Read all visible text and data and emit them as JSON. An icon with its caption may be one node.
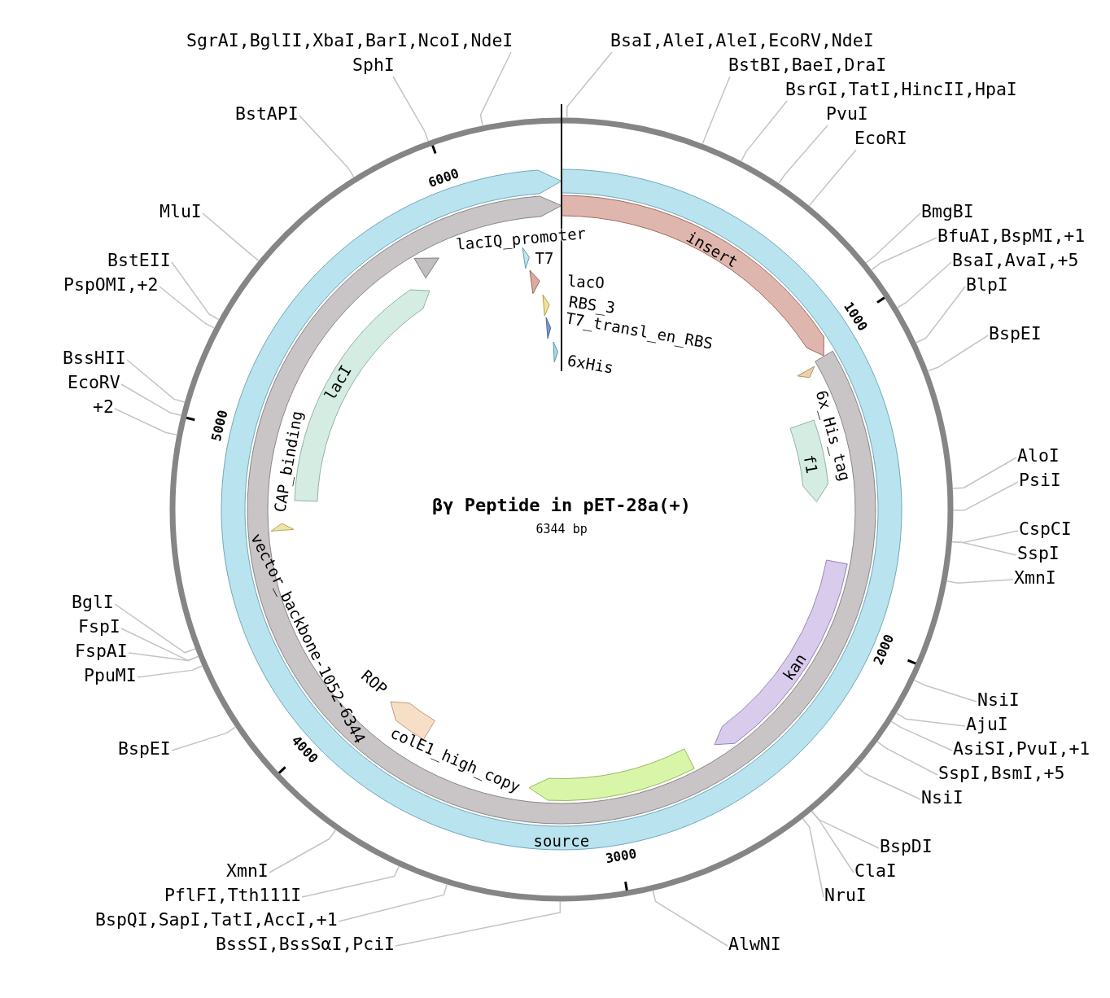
{
  "diagram": {
    "title": "βγ Peptide in pET-28a(+)",
    "nodes": [
      {
        "text": [
          "source"
        ]
      },
      {
        "text": [
          "insert"
        ]
      },
      {
        "text": [
          "vector_backbone-1052-6344"
        ]
      },
      {
        "text": [
          "T7"
        ]
      },
      {
        "text": [
          "lacO"
        ]
      },
      {
        "text": [
          "RBS_3"
        ]
      },
      {
        "text": [
          "T7_transl_en_RBS"
        ]
      },
      {
        "text": [
          "6xHis"
        ]
      },
      {
        "text": [
          "6x_His_tag"
        ]
      },
      {
        "text": [
          "f1"
        ]
      },
      {
        "text": [
          "kan"
        ]
      },
      {
        "text": [
          "colE1_high_copy"
        ]
      },
      {
        "text": [
          "ROP"
        ]
      },
      {
        "text": [
          "CAP_binding"
        ]
      },
      {
        "text": [
          "lacI"
        ]
      },
      {
        "text": [
          "lacIQ_promoter"
        ]
      },
      {
        "text": [
          "BsaI,AleI,AleI,EcoRV,NdeI"
        ]
      },
      {
        "text": [
          "BstBI,BaeI,DraI"
        ]
      },
      {
        "text": [
          "BsrGI,TatI,HincII,HpaI"
        ]
      },
      {
        "text": [
          "PvuI"
        ]
      },
      {
        "text": [
          "EcoRI"
        ]
      },
      {
        "text": [
          "BmgBI"
        ]
      },
      {
        "text": [
          "BfuAI,BspMI,+1"
        ]
      },
      {
        "text": [
          "BsaI,AvaI,+5"
        ]
      },
      {
        "text": [
          "BlpI"
        ]
      },
      {
        "text": [
          "BspEI"
        ]
      },
      {
        "text": [
          "AloI"
        ]
      },
      {
        "text": [
          "PsiI"
        ]
      },
      {
        "text": [
          "CspCI"
        ]
      },
      {
        "text": [
          "SspI"
        ]
      },
      {
        "text": [
          "XmnI"
        ]
      },
      {
        "text": [
          "NsiI"
        ]
      },
      {
        "text": [
          "AjuI"
        ]
      },
      {
        "text": [
          "AsiSI,PvuI,+1"
        ]
      },
      {
        "text": [
          "SspI,BsmI,+5"
        ]
      },
      {
        "text": [
          "NsiI"
        ]
      },
      {
        "text": [
          "BspDI"
        ]
      },
      {
        "text": [
          "ClaI"
        ]
      },
      {
        "text": [
          "NruI"
        ]
      },
      {
        "text": [
          "AlwNI"
        ]
      },
      {
        "text": [
          "BssSI,BssSαI,PciI"
        ]
      },
      {
        "text": [
          "BspQI,SapI,TatI,AccI,+1"
        ]
      },
      {
        "text": [
          "PflFI,Tth111I"
        ]
      },
      {
        "text": [
          "XmnI"
        ]
      },
      {
        "text": [
          "BspEI"
        ]
      },
      {
        "text": [
          "PpuMI"
        ]
      },
      {
        "text": [
          "FspAI"
        ]
      },
      {
        "text": [
          "FspI"
        ]
      },
      {
        "text": [
          "BglI"
        ]
      },
      {
        "text": [
          "+2"
        ]
      },
      {
        "text": [
          "EcoRV"
        ]
      },
      {
        "text": [
          "BssHII"
        ]
      },
      {
        "text": [
          "PspOMI,+2"
        ]
      },
      {
        "text": [
          "BstEII"
        ]
      },
      {
        "text": [
          "MluI"
        ]
      },
      {
        "text": [
          "BstAPI"
        ]
      },
      {
        "text": [
          "SphI"
        ]
      },
      {
        "text": [
          "SgrAI,BglII,XbaI,BarI,NcoI,NdeI"
        ]
      }
    ],
    "edges": [
      {
        "from": 16,
        "to": null,
        "arrow": "none"
      },
      {
        "from": 17,
        "to": null,
        "arrow": "none"
      },
      {
        "from": 18,
        "to": null,
        "arrow": "none"
      },
      {
        "from": 19,
        "to": null,
        "arrow": "none"
      },
      {
        "from": 20,
        "to": null,
        "arrow": "none"
      },
      {
        "from": 21,
        "to": null,
        "arrow": "none"
      },
      {
        "from": 22,
        "to": null,
        "arrow": "none"
      },
      {
        "from": 23,
        "to": null,
        "arrow": "none"
      },
      {
        "from": 24,
        "to": null,
        "arrow": "none"
      },
      {
        "from": 25,
        "to": null,
        "arrow": "none"
      },
      {
        "from": 26,
        "to": null,
        "arrow": "none"
      },
      {
        "from": 27,
        "to": null,
        "arrow": "none"
      },
      {
        "from": 28,
        "to": null,
        "arrow": "none"
      },
      {
        "from": 29,
        "to": null,
        "arrow": "none"
      },
      {
        "from": 30,
        "to": null,
        "arrow": "none"
      },
      {
        "from": 31,
        "to": null,
        "arrow": "none"
      },
      {
        "from": 32,
        "to": null,
        "arrow": "none"
      },
      {
        "from": 33,
        "to": null,
        "arrow": "none"
      },
      {
        "from": 34,
        "to": null,
        "arrow": "none"
      },
      {
        "from": 35,
        "to": null,
        "arrow": "none"
      },
      {
        "from": 36,
        "to": null,
        "arrow": "none"
      },
      {
        "from": 37,
        "to": null,
        "arrow": "none"
      },
      {
        "from": 38,
        "to": null,
        "arrow": "none"
      },
      {
        "from": 39,
        "to": null,
        "arrow": "none"
      },
      {
        "from": 40,
        "to": null,
        "arrow": "none"
      },
      {
        "from": 41,
        "to": null,
        "arrow": "none"
      },
      {
        "from": 42,
        "to": null,
        "arrow": "none"
      },
      {
        "from": 43,
        "to": null,
        "arrow": "none"
      },
      {
        "from": 44,
        "to": null,
        "arrow": "none"
      },
      {
        "from": 45,
        "to": null,
        "arrow": "none"
      },
      {
        "from": 46,
        "to": null,
        "arrow": "none"
      },
      {
        "from": 47,
        "to": null,
        "arrow": "none"
      },
      {
        "from": 48,
        "to": null,
        "arrow": "none"
      },
      {
        "from": 49,
        "to": null,
        "arrow": "none"
      },
      {
        "from": 50,
        "to": null,
        "arrow": "none"
      },
      {
        "from": 51,
        "to": null,
        "arrow": "none"
      },
      {
        "from": 52,
        "to": null,
        "arrow": "none"
      },
      {
        "from": 53,
        "to": null,
        "arrow": "none"
      },
      {
        "from": 54,
        "to": null,
        "arrow": "none"
      },
      {
        "from": 55,
        "to": null,
        "arrow": "none"
      },
      {
        "from": 56,
        "to": null,
        "arrow": "none"
      },
      {
        "from": 57,
        "to": null,
        "arrow": "none"
      }
    ],
    "labels": [
      "6344 bp",
      "1000",
      "2000",
      "3000",
      "4000",
      "5000",
      "6000"
    ]
  }
}
